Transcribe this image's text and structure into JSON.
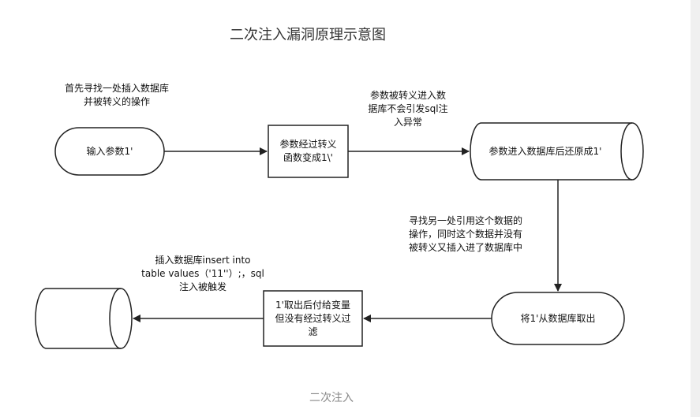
{
  "title": "二次注入漏洞原理示意图",
  "caption": "二次注入",
  "notes": {
    "first": "首先寻找一处插入数据库\n并被转义的操作",
    "escaped": "参数被转义进入数\n据库不会引发sql注\n入异常",
    "find_other": "寻找另一处引用这个数据的\n操作，同时这个数据并没有\n被转义又插入进了数据库中",
    "insert": "插入数据库insert into\ntable values（'11''）;，sql\n注入被触发"
  },
  "nodes": {
    "input": "输入参数1'",
    "escape_func": "参数经过转义\n函数变成1\\'",
    "db_restore": "参数进入数据库后还原成1'",
    "fetch": "将1'从数据库取出",
    "assign": "1'取出后付给变量\n但没有经过转义过\n滤",
    "target_db": ""
  }
}
